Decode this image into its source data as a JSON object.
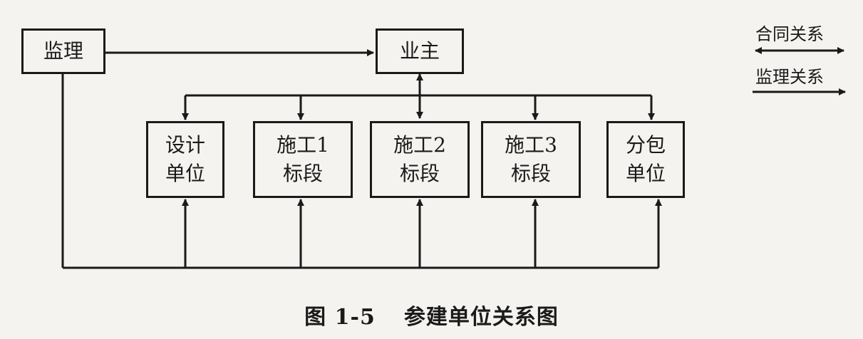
{
  "nodes": {
    "supervisor": "监理",
    "owner": "业主",
    "design": "设计\n单位",
    "construction1": "施工1\n标段",
    "construction2": "施工2\n标段",
    "construction3": "施工3\n标段",
    "subcontract": "分包\n单位"
  },
  "legend": {
    "contract": "合同关系",
    "supervision": "监理关系"
  },
  "caption": {
    "number": "图 1-5",
    "title": "参建单位关系图"
  },
  "colors": {
    "line": "#1a1a1a",
    "background": "#f4f3f0"
  }
}
